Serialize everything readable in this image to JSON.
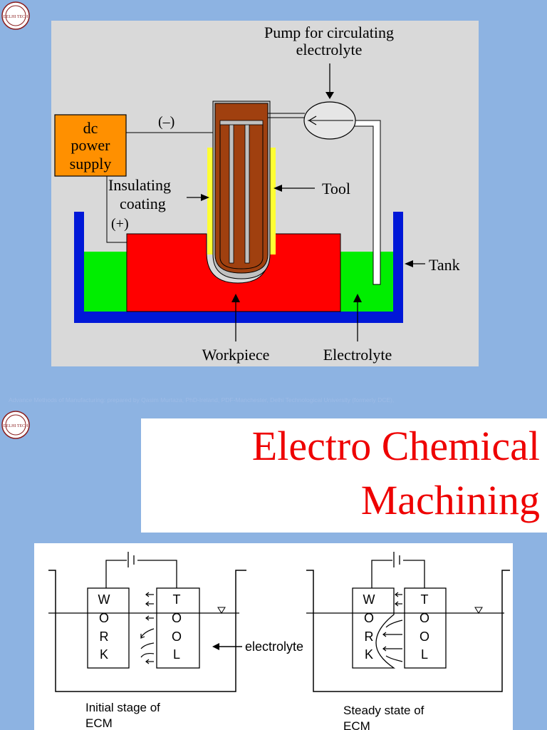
{
  "header": {
    "logo_text": "DELHI TECH",
    "footer_note": "Advance Methods of Manufacturing: prepared  by Qasim Murtaza, PhD-Ireland, PDF-Manchester, Delhi Technological University (formerly DCE),"
  },
  "ecm_diagram": {
    "pump_label_line1": "Pump for circulating",
    "pump_label_line2": "electrolyte",
    "power_label_line1": "dc",
    "power_label_line2": "power",
    "power_label_line3": "supply",
    "negative_label": "(–)",
    "positive_label": "(+)",
    "insulating_label_line1": "Insulating",
    "insulating_label_line2": "coating",
    "tool_label": "Tool",
    "tank_label": "Tank",
    "workpiece_label": "Workpiece",
    "electrolyte_label": "Electrolyte",
    "colors": {
      "power_supply": "#ff9000",
      "tank": "#0018d8",
      "electrolyte": "#00ee00",
      "workpiece": "#ff0000",
      "tool": "#a0400f",
      "insulation": "#ffff33"
    }
  },
  "title": {
    "line1": "Electro Chemical",
    "line2": "Machining",
    "color": "#ee0000"
  },
  "stages": {
    "work_letters": [
      "W",
      "O",
      "R",
      "K"
    ],
    "tool_letters": [
      "T",
      "O",
      "O",
      "L"
    ],
    "electrolyte_label": "electrolyte",
    "initial_caption_line1": "Initial stage of",
    "initial_caption_line2": "ECM",
    "steady_caption_line1": "Steady state of",
    "steady_caption_line2": "ECM"
  }
}
